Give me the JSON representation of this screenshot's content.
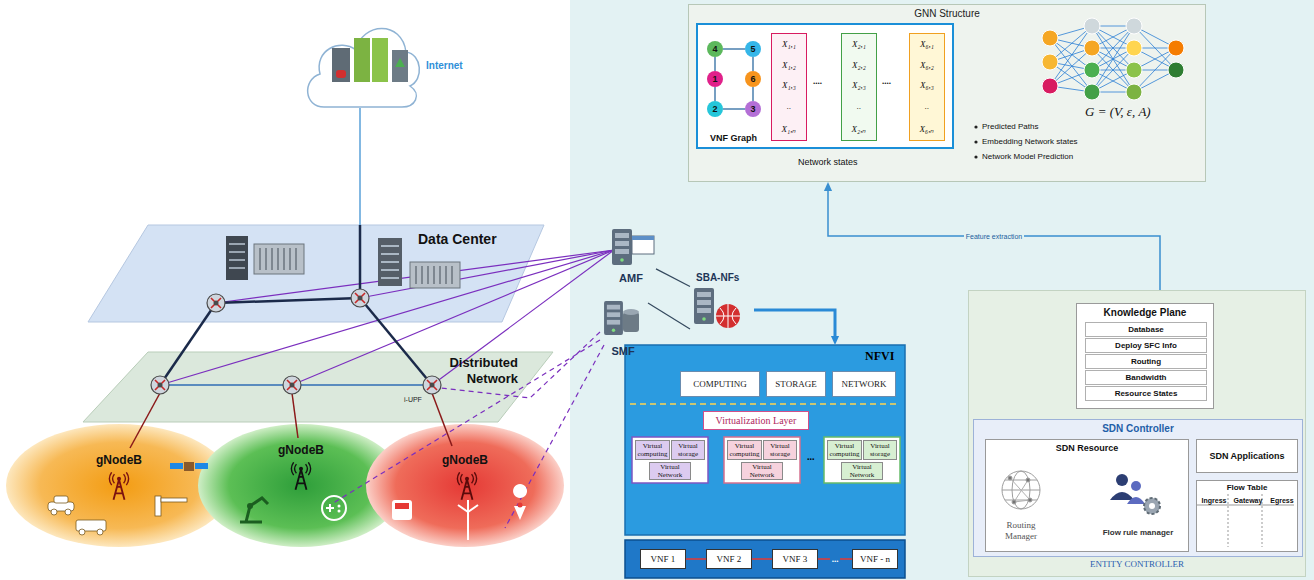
{
  "diagram": {
    "nodes": [
      {
        "text": [
          "Internet"
        ]
      },
      {
        "text": [
          "Data Center"
        ]
      },
      {
        "text": [
          "Distributed Network"
        ]
      },
      {
        "text": [
          "gNodeB"
        ]
      },
      {
        "text": [
          "gNodeB"
        ]
      },
      {
        "text": [
          "gNodeB"
        ]
      },
      {
        "text": [
          "GNN Structure"
        ]
      },
      {
        "text": [
          "VNF Graph",
          "Network states"
        ],
        "in": 6
      },
      {
        "text": [
          "4"
        ],
        "in": 7
      },
      {
        "text": [
          "5"
        ],
        "in": 7
      },
      {
        "text": [
          "1"
        ],
        "in": 7
      },
      {
        "text": [
          "6"
        ],
        "in": 7
      },
      {
        "text": [
          "2"
        ],
        "in": 7
      },
      {
        "text": [
          "3"
        ],
        "in": 7
      },
      {
        "text": [
          "X₁,₁",
          "X₁,₂",
          "X₁,₃",
          "..",
          "X₁,ₙ"
        ],
        "in": 7
      },
      {
        "text": [
          "X₂,₁",
          "X₂,₂",
          "X₂,₃",
          "..",
          "X₂,ₙ"
        ],
        "in": 7
      },
      {
        "text": [
          "X₆,₁",
          "X₆,₂",
          "X₆,₃",
          "..",
          "X₆,ₙ"
        ],
        "in": 7
      },
      {
        "text": [
          "AMF"
        ]
      },
      {
        "text": [
          "SMF"
        ]
      },
      {
        "text": [
          "SBA-NFs"
        ]
      },
      {
        "text": [
          "NFVI"
        ]
      },
      {
        "text": [
          "COMPUTING"
        ],
        "in": 20
      },
      {
        "text": [
          "STORAGE"
        ],
        "in": 20
      },
      {
        "text": [
          "NETWORK"
        ],
        "in": 20
      },
      {
        "text": [
          "Virtualization Layer"
        ],
        "in": 20
      },
      {
        "text": [
          "Virtual computing"
        ],
        "in": 20
      },
      {
        "text": [
          "Virtual storage"
        ],
        "in": 20
      },
      {
        "text": [
          "Virtual Network"
        ],
        "in": 20
      },
      {
        "text": [
          "Virtual computing"
        ],
        "in": 20
      },
      {
        "text": [
          "Virtual storage"
        ],
        "in": 20
      },
      {
        "text": [
          "Virtual Network"
        ],
        "in": 20
      },
      {
        "text": [
          "Virtual computing"
        ],
        "in": 20
      },
      {
        "text": [
          "Virtual storage"
        ],
        "in": 20
      },
      {
        "text": [
          "Virtual Network"
        ],
        "in": 20
      },
      {
        "text": [
          "VNF 1"
        ]
      },
      {
        "text": [
          "VNF 2"
        ]
      },
      {
        "text": [
          "VNF 3"
        ]
      },
      {
        "text": [
          "VNF - n"
        ]
      },
      {
        "text": [
          "ENTITY CONTROLLER"
        ]
      },
      {
        "text": [
          "Knowledge Plane"
        ],
        "in": 38
      },
      {
        "text": [
          "Database"
        ],
        "in": 39
      },
      {
        "text": [
          "Deploy SFC Info"
        ],
        "in": 39
      },
      {
        "text": [
          "Routing"
        ],
        "in": 39
      },
      {
        "text": [
          "Bandwidth"
        ],
        "in": 39
      },
      {
        "text": [
          "Resource States"
        ],
        "in": 39
      },
      {
        "text": [
          "SDN Controller"
        ],
        "in": 38
      },
      {
        "text": [
          "SDN Resource",
          "Routing Manager",
          "Flow rule manager"
        ],
        "in": 45
      },
      {
        "text": [
          "SDN Applications"
        ],
        "in": 45
      },
      {
        "text": [
          "Flow Table",
          "Ingress",
          "Gateway",
          "Egress"
        ],
        "in": 45
      }
    ],
    "edges": [
      {
        "from": 0,
        "to": 1,
        "arrow": "none"
      },
      {
        "from": 8,
        "to": 9,
        "arrow": "none"
      },
      {
        "from": 8,
        "to": 10,
        "arrow": "none"
      },
      {
        "from": 10,
        "to": 12,
        "arrow": "none"
      },
      {
        "from": 12,
        "to": 13,
        "arrow": "none"
      },
      {
        "from": 9,
        "to": 11,
        "arrow": "none"
      },
      {
        "from": 11,
        "to": 13,
        "arrow": "none"
      },
      {
        "from": 17,
        "to": 19,
        "arrow": "none"
      },
      {
        "from": 18,
        "to": 19,
        "arrow": "none"
      },
      {
        "from": 19,
        "to": 20,
        "arrow": "to"
      },
      {
        "from": 38,
        "to": 6,
        "arrow": "to",
        "label": "Feature extraction"
      },
      {
        "from": 34,
        "to": 35,
        "arrow": "none"
      },
      {
        "from": 35,
        "to": 36,
        "arrow": "none"
      },
      {
        "from": 36,
        "to": 37,
        "arrow": "none",
        "label": "..."
      }
    ],
    "labels": [
      "i-UPF",
      "...",
      "....",
      "....",
      "Predicted Paths",
      "Embedding Network states",
      "Network Model Prediction",
      "G = (V, ε, A)"
    ]
  }
}
